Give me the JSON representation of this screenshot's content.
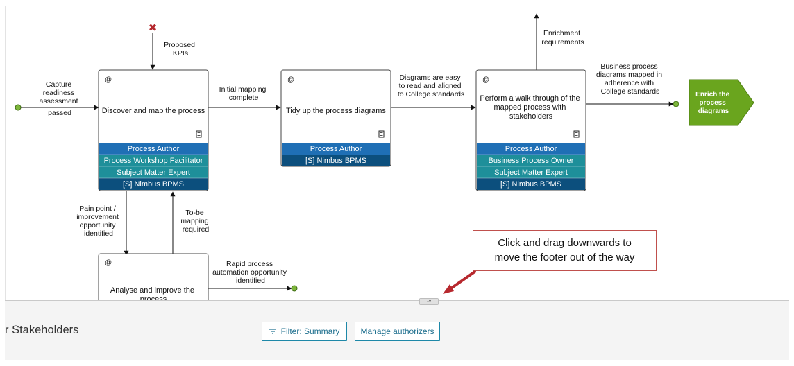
{
  "diagram": {
    "activities": [
      {
        "id": "discover",
        "title": "Discover and map the process",
        "roles": [
          "Process Author",
          "Process Workshop Facilitator",
          "Subject Matter Expert",
          "[S] Nimbus BPMS"
        ]
      },
      {
        "id": "tidy",
        "title": "Tidy up the process diagrams",
        "roles": [
          "Process Author",
          "[S] Nimbus BPMS"
        ]
      },
      {
        "id": "walkthrough",
        "title_lines": [
          "Perform a walk through of the",
          "mapped process with",
          "stakeholders"
        ],
        "roles": [
          "Process Author",
          "Business Process Owner",
          "Subject Matter Expert",
          "[S] Nimbus BPMS"
        ]
      },
      {
        "id": "analyse",
        "title_lines": [
          "Analyse and improve the",
          "process"
        ],
        "roles": []
      }
    ],
    "at_symbol": "@",
    "exit_box": {
      "lines": [
        "Enrich the",
        "process",
        "diagrams"
      ]
    },
    "arrow_labels": {
      "capture": [
        "Capture",
        "readiness",
        "assessment",
        "passed"
      ],
      "proposed": [
        "Proposed",
        "KPIs"
      ],
      "initial": [
        "Initial mapping",
        "complete"
      ],
      "diagrams_easy": [
        "Diagrams are easy",
        "to read and aligned",
        "to College standards"
      ],
      "enrichment": [
        "Enrichment",
        "requirements"
      ],
      "business": [
        "Business process",
        "diagrams mapped in",
        "adherence with",
        "College standards"
      ],
      "pain": [
        "Pain point /",
        "improvement",
        "opportunity",
        "identified"
      ],
      "tobe": [
        "To-be",
        "mapping",
        "required"
      ],
      "rapid": [
        "Rapid process",
        "automation opportunity",
        "identified"
      ]
    }
  },
  "callout": {
    "lines": [
      "Click and drag downwards to",
      "move the footer out of the way"
    ]
  },
  "footer": {
    "title": "r Stakeholders",
    "filter_label": "Filter: Summary",
    "manage_label": "Manage authorizers",
    "handle_glyph": "▴▾"
  },
  "colors": {
    "role_author": "#1f6fb5",
    "role_teal": "#1e8f9a",
    "role_system": "#0c4f7d",
    "exit_green": "#6aa51e",
    "connector_green": "#7db63b",
    "reject_red": "#b5282e",
    "callout_border": "#c0504d",
    "callout_arrow": "#b7282e"
  },
  "icons": {
    "document": "document-icon",
    "filter": "filter-icon",
    "reject": "reject-x-icon"
  }
}
